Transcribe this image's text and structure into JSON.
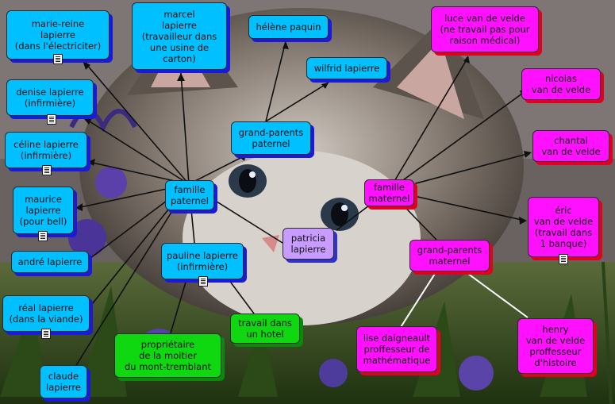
{
  "nodes": {
    "marie_reine": "marie-reine\nlapierre\n(dans l'électriciter)",
    "marcel": "marcel\nlapierre\n(travailleur dans\nune usine de\ncarton)",
    "helene": "hélène paquin",
    "wilfrid": "wilfrid lapierre",
    "denise": "denise lapierre\n(infirmière)",
    "celine": "céline lapierre\n(infirmière)",
    "grandparents_paternel": "grand-parents\npaternel",
    "famille_paternel": "famille\npaternel",
    "maurice": "maurice\nlapierre\n(pour bell)",
    "andre": "andré lapierre",
    "real": "réal  lapierre\n(dans la viande)",
    "claude": "claude\nlapierre",
    "pauline": "pauline lapierre\n(infirmière)",
    "proprietaire": "propriétaire\nde la moitier\ndu mont-tremblant",
    "travail_hotel": "travail dans\nun hotel",
    "patricia": "patricia\nlapierre",
    "luce": "luce van de velde\n(ne travail pas pour\nraison médical)",
    "nicolas": "nicolas\nvan de velde",
    "chantal": "chantal\nvan de velde",
    "famille_maternel": "famille\nmaternel",
    "eric": "éric\nvan de velde\n(travail dans\n1 banque)",
    "grandparents_maternel": "grand-parents\nmaternel",
    "lise": "lise daigneault\nproffesseur de\nmathématique",
    "henry": "henry\nvan de velde\nproffesseur\nd'histoire"
  },
  "colors": {
    "paternal": "#00c0ff",
    "paternal_shadow": "#1a1ad8",
    "maternal": "#ff10ff",
    "maternal_shadow": "#e00020",
    "extra": "#10d810",
    "self": "#c89cff"
  },
  "icons": {
    "note": "note-icon",
    "background": "kitten-photo"
  }
}
